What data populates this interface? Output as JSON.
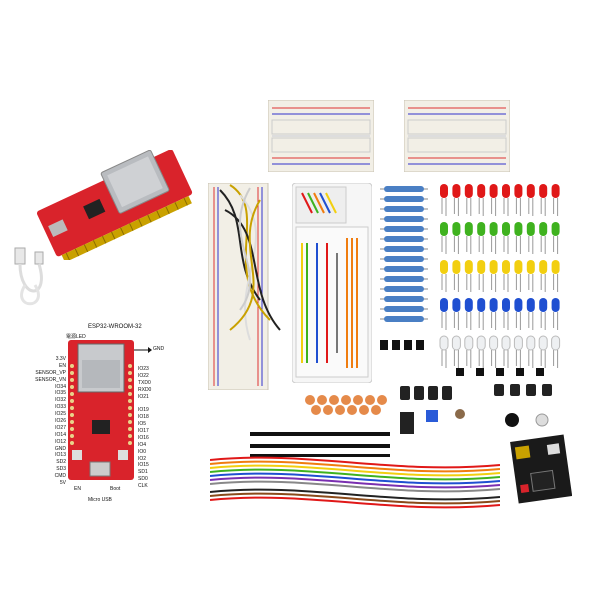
{
  "pinout": {
    "module_label": "ESP32-WROOM-32",
    "power_led_label": "電源LED",
    "gnd_label": "GND",
    "left_pins": [
      "3.3V",
      "EN",
      "SENSOR_VP",
      "SENSOR_VN",
      "IO34",
      "IO35",
      "IO32",
      "IO33",
      "IO25",
      "IO26",
      "IO27",
      "IO14",
      "IO12",
      "GND",
      "IO13",
      "SD2",
      "SD3",
      "CMD",
      "5V"
    ],
    "right_pins": [
      "IO23",
      "IO22",
      "TXD0",
      "RXD0",
      "IO21",
      "",
      "IO19",
      "IO18",
      "IO5",
      "IO17",
      "IO16",
      "IO4",
      "IO0",
      "IO2",
      "IO15",
      "SD1",
      "SD0",
      "CLK"
    ],
    "en_label": "EN",
    "boot_label": "Boot",
    "usb_label": "Micro USB"
  },
  "colors": {
    "board_red": "#d9232b",
    "breadboard": "#f2efe6",
    "led_red": "#e01818",
    "led_green": "#3fb21f",
    "led_yellow": "#f2cf10",
    "led_blue": "#1f4fd1",
    "led_white": "#eef0f2"
  },
  "icons": [
    "esp32-board-icon",
    "usb-cable-icon",
    "breadboard-icon",
    "jumper-wire-icon",
    "led-icon",
    "resistor-icon",
    "potentiometer-icon",
    "buzzer-icon",
    "power-module-icon"
  ]
}
